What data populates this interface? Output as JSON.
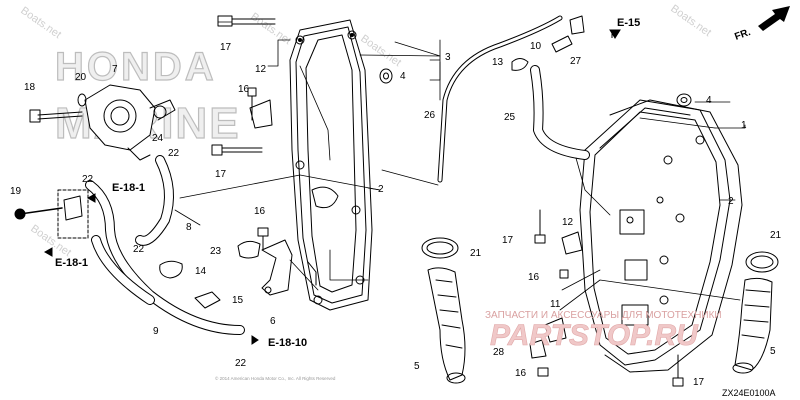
{
  "diagram": {
    "part_numbers": [
      {
        "id": "p1",
        "label": "1"
      },
      {
        "id": "p2a",
        "label": "2"
      },
      {
        "id": "p2b",
        "label": "2"
      },
      {
        "id": "p3",
        "label": "3"
      },
      {
        "id": "p4a",
        "label": "4"
      },
      {
        "id": "p4b",
        "label": "4"
      },
      {
        "id": "p5a",
        "label": "5"
      },
      {
        "id": "p5b",
        "label": "5"
      },
      {
        "id": "p6",
        "label": "6"
      },
      {
        "id": "p7",
        "label": "7"
      },
      {
        "id": "p8",
        "label": "8"
      },
      {
        "id": "p9",
        "label": "9"
      },
      {
        "id": "p10",
        "label": "10"
      },
      {
        "id": "p11",
        "label": "11"
      },
      {
        "id": "p12a",
        "label": "12"
      },
      {
        "id": "p12b",
        "label": "12"
      },
      {
        "id": "p13",
        "label": "13"
      },
      {
        "id": "p14",
        "label": "14"
      },
      {
        "id": "p15",
        "label": "15"
      },
      {
        "id": "p16a",
        "label": "16"
      },
      {
        "id": "p16b",
        "label": "16"
      },
      {
        "id": "p16c",
        "label": "16"
      },
      {
        "id": "p16d",
        "label": "16"
      },
      {
        "id": "p17a",
        "label": "17"
      },
      {
        "id": "p17b",
        "label": "17"
      },
      {
        "id": "p17c",
        "label": "17"
      },
      {
        "id": "p17d",
        "label": "17"
      },
      {
        "id": "p18",
        "label": "18"
      },
      {
        "id": "p19",
        "label": "19"
      },
      {
        "id": "p20",
        "label": "20"
      },
      {
        "id": "p21a",
        "label": "21"
      },
      {
        "id": "p21b",
        "label": "21"
      },
      {
        "id": "p22a",
        "label": "22"
      },
      {
        "id": "p22b",
        "label": "22"
      },
      {
        "id": "p22c",
        "label": "22"
      },
      {
        "id": "p22d",
        "label": "22"
      },
      {
        "id": "p23",
        "label": "23"
      },
      {
        "id": "p24",
        "label": "24"
      },
      {
        "id": "p25",
        "label": "25"
      },
      {
        "id": "p26",
        "label": "26"
      },
      {
        "id": "p27",
        "label": "27"
      },
      {
        "id": "p28",
        "label": "28"
      }
    ],
    "references": [
      {
        "id": "e15",
        "label": "E-15"
      },
      {
        "id": "e181a",
        "label": "E-18-1"
      },
      {
        "id": "e181b",
        "label": "E-18-1"
      },
      {
        "id": "e1810",
        "label": "E-18-10"
      }
    ],
    "direction_label": "FR.",
    "diagram_code": "ZX24E0100A",
    "watermark_brand": "HONDA MARINE",
    "watermark_site": "Boats.net",
    "watermark_shop": "ЗАПЧАСТИ И АКСЕССУАРЫ ДЛЯ МОТОТЕХНИКИ",
    "watermark_shop_logo": "PARTSTOP.RU",
    "copyright": "© 2014 American Honda Motor Co., Inc. All Rights Reserved"
  }
}
